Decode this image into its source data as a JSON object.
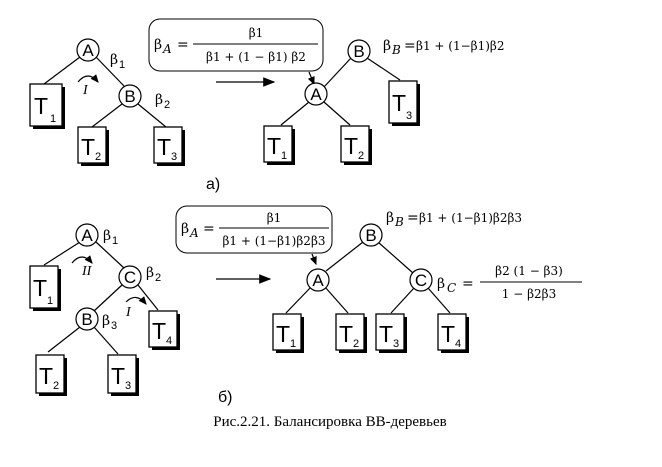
{
  "figure": {
    "caption": "Рис.2.21. Балансировка ВВ-деревьев",
    "panel_a_label": "а)",
    "panel_b_label": "б)"
  },
  "nodes": {
    "A": "A",
    "B": "B",
    "C": "C"
  },
  "subtrees": {
    "T": "T",
    "i1": "1",
    "i2": "2",
    "i3": "3",
    "i4": "4"
  },
  "rotations": {
    "one": "I",
    "two": "II"
  },
  "symbols": {
    "beta": "β",
    "beta1_sub": "1",
    "beta2_sub": "2",
    "beta3_sub": "3",
    "sub_A": "A",
    "sub_B": "B",
    "sub_C": "C",
    "eq": "=",
    "numer_a": "β1",
    "denom_a": "β1 + (1 − β1) β2",
    "rhs_b_a": "β1 + (1−β1)β2",
    "numer_b": "β1",
    "denom_b": "β1 + (1−β1)β2β3",
    "rhs_b_b": "β1 + (1−β1)β2β3",
    "numer_c": "β2 (1 − β3)",
    "denom_c": "1 − β2β3"
  }
}
